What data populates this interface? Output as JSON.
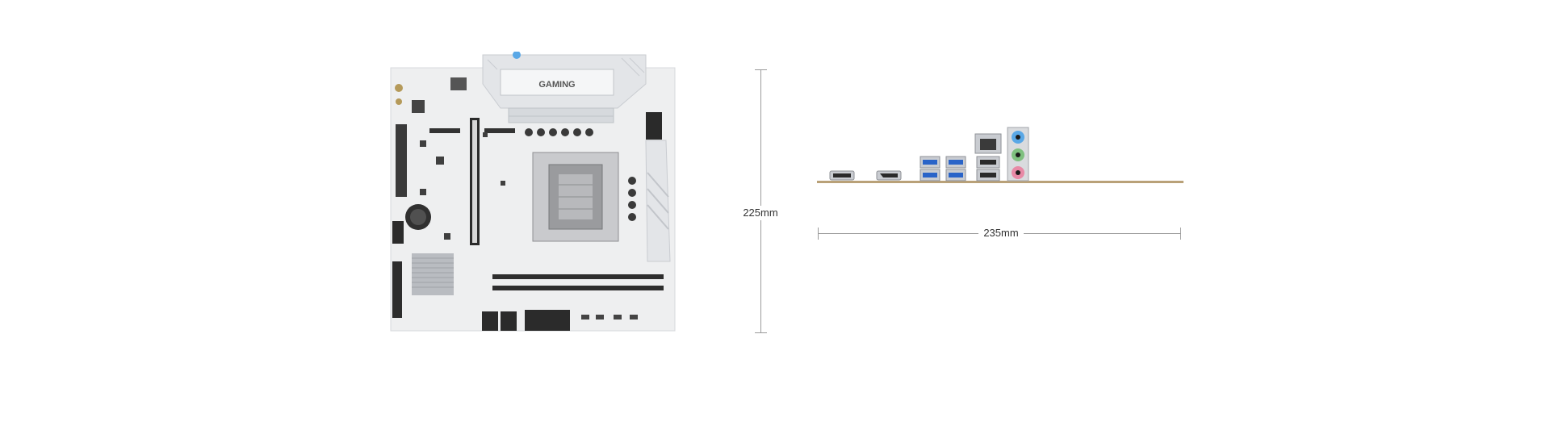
{
  "dimensions": {
    "height_label": "225mm",
    "width_label": "235mm"
  },
  "heatsink_label": "GAMING",
  "colors": {
    "pcb": "#eeeff0",
    "heatsink": "#e3e5e8",
    "dimension_line": "#9a9a9a",
    "usb_blue": "#2a64c8",
    "audio_blue": "#5aa8e6",
    "audio_green": "#7fc07f",
    "audio_pink": "#e88aa6",
    "io_shield": "#b9a178"
  }
}
